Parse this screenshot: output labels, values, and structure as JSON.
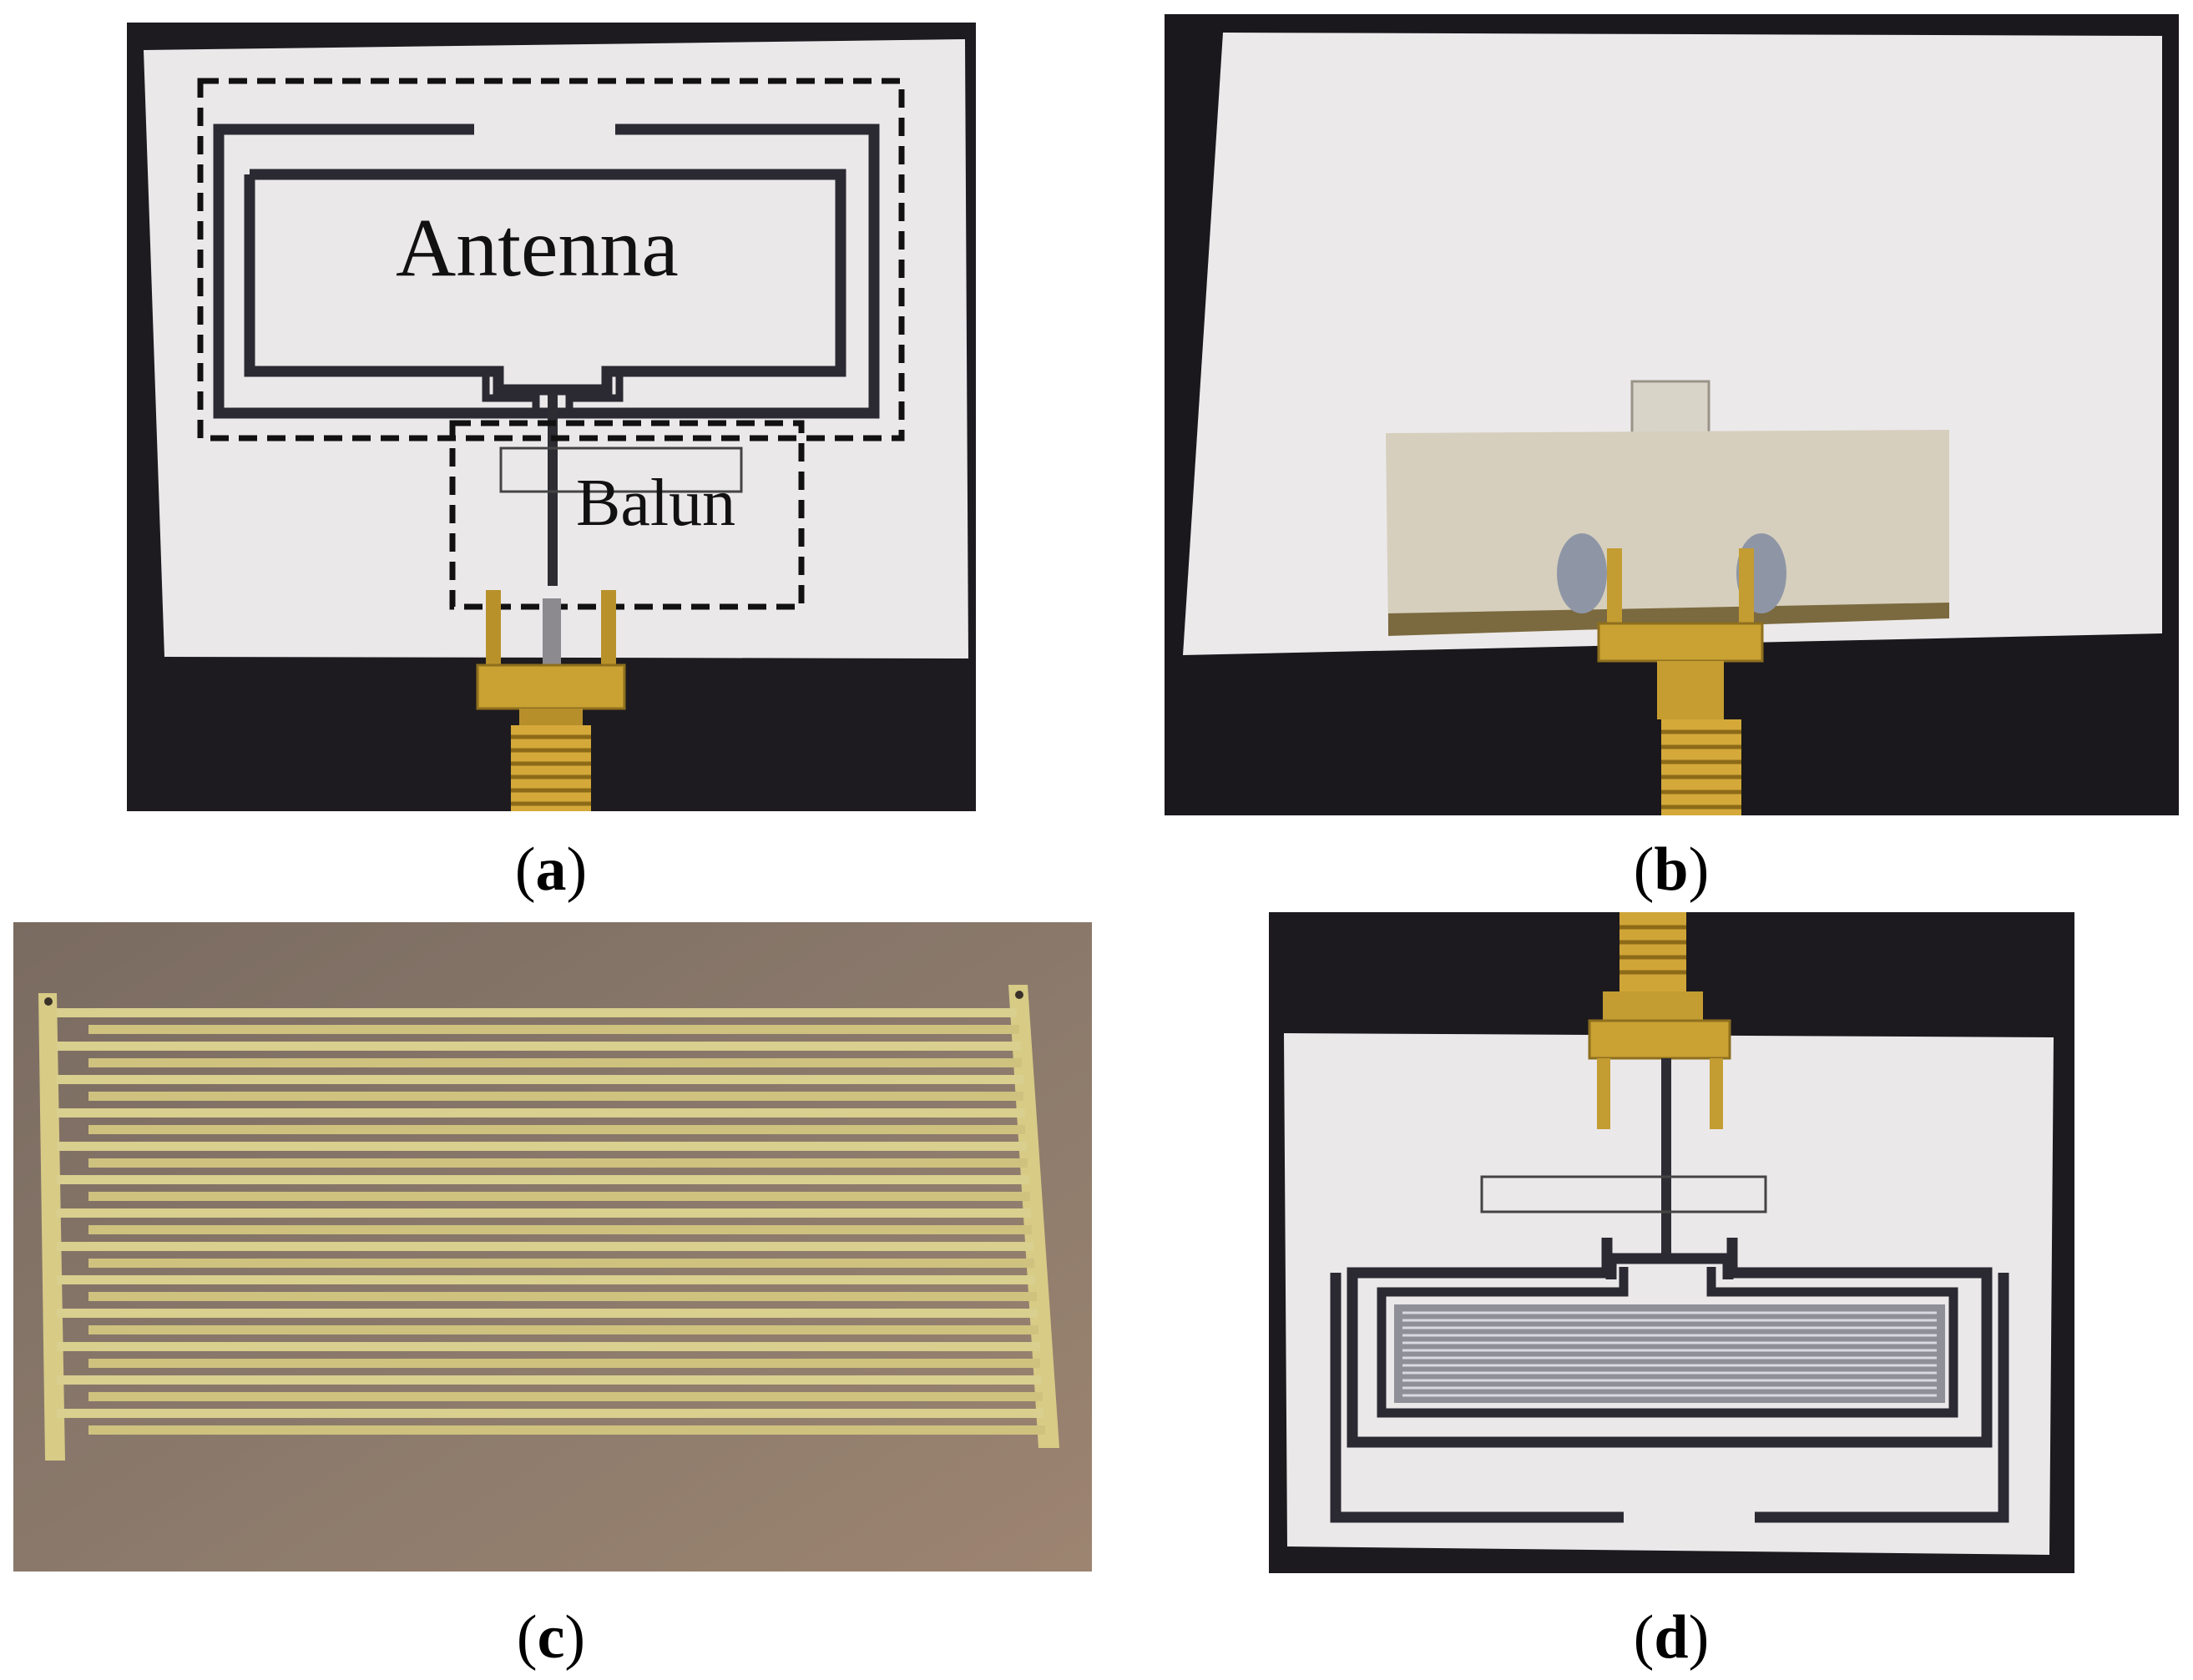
{
  "figure": {
    "panels": [
      {
        "id": "a",
        "caption_open": "(",
        "caption_letter": "a",
        "caption_close": ")",
        "labels": {
          "antenna": "Antenna",
          "balun": "Balun"
        }
      },
      {
        "id": "b",
        "caption_open": "(",
        "caption_letter": "b",
        "caption_close": ")"
      },
      {
        "id": "c",
        "caption_open": "(",
        "caption_letter": "c",
        "caption_close": ")"
      },
      {
        "id": "d",
        "caption_open": "(",
        "caption_letter": "d",
        "caption_close": ")"
      }
    ]
  },
  "colors": {
    "background_dark": "#1c1a1d",
    "substrate": "#ece9ea",
    "trace": "#2b2a30",
    "gold": "#c9a233",
    "metal_plate": "#d8d2c2",
    "panel_c_bg": "#857568",
    "panel_c_gold": "#d9cc8a"
  }
}
